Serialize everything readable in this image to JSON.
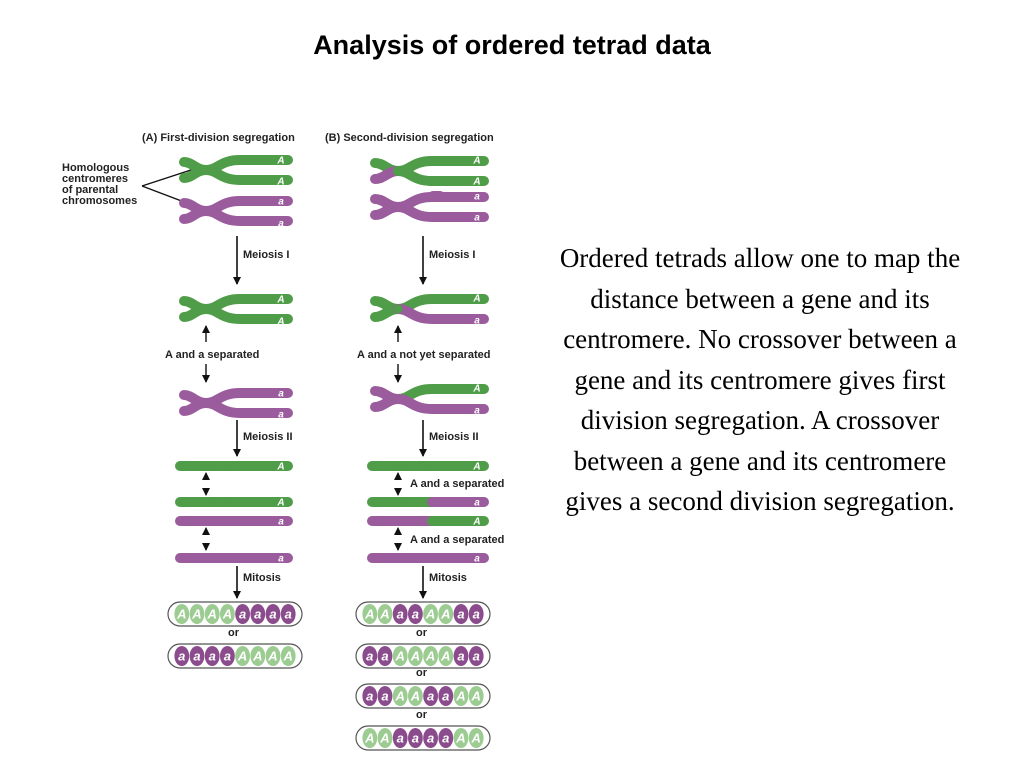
{
  "title": "Analysis of ordered tetrad data",
  "body_text": "Ordered tetrads allow one to map the distance between a gene and its centromere. No crossover between a gene and its centromere gives first division segregation. A crossover between a gene and its centromere gives a second division segregation.",
  "colors": {
    "dominant": "#4f9d48",
    "recessive": "#9a5c9c",
    "dominant_spore": "#9ccc92",
    "recessive_spore": "#8a4c8c"
  },
  "diagram": {
    "label_a": "(A) First-division segregation",
    "label_b": "(B) Second-division segregation",
    "homologous_label": [
      "Homologous",
      "centromeres",
      "of parental",
      "chromosomes"
    ],
    "meiosis_i": "Meiosis I",
    "meiosis_ii": "Meiosis II",
    "mitosis": "Mitosis",
    "or": "or",
    "a_and_a_separated": "A and a separated",
    "a_and_a_not_yet_separated": "A and a not yet separated",
    "allele_dominant": "A",
    "allele_recessive": "a",
    "asci_a": [
      "AAAAaaaa",
      "aaaaAAAA"
    ],
    "asci_b": [
      "AAaaAAaa",
      "aaAAAAaa",
      "aaAAaaAA",
      "AAaaaaAA"
    ]
  }
}
